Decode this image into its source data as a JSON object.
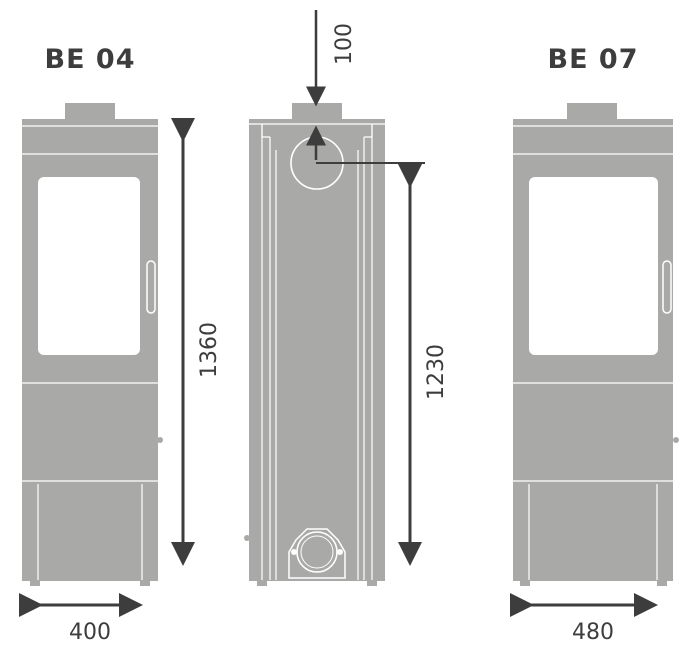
{
  "models": [
    {
      "name": "BE 04",
      "width_label": "400"
    },
    {
      "name": "BE 07",
      "width_label": "480"
    }
  ],
  "dimensions": {
    "height_total": "1360",
    "flue_height": "1230",
    "top_clearance": "100"
  },
  "colors": {
    "stove_body": "#a9aaa8",
    "line_light": "#ffffff",
    "arrow": "#3d3d3d",
    "text": "#3d3d3d",
    "background": "#ffffff"
  }
}
